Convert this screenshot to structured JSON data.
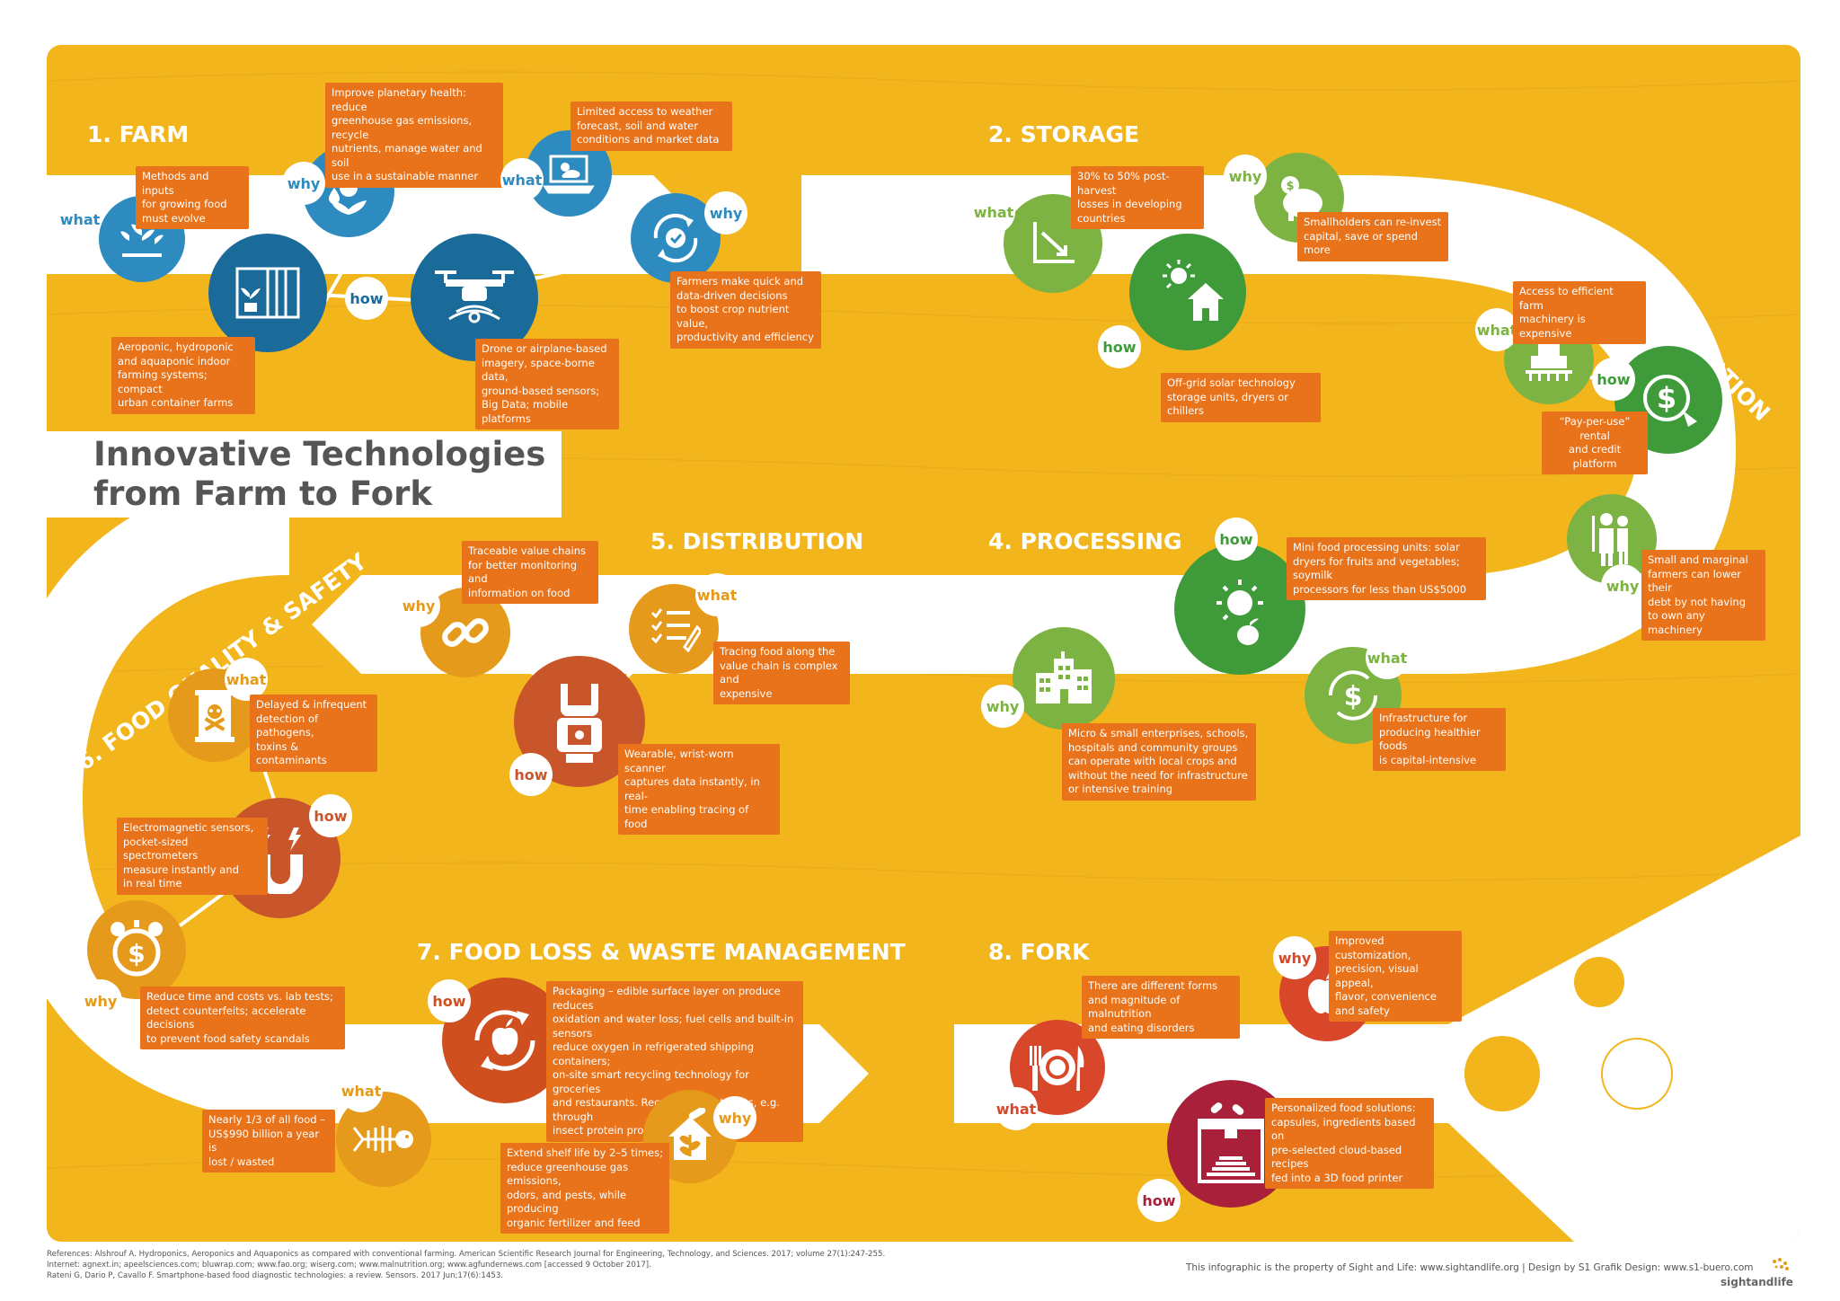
{
  "title": "Innovative Technologies\nfrom Farm to Fork",
  "colors": {
    "background": "#f2b51c",
    "callout": "#e8731a",
    "farm": "#2e8bc0",
    "farm_dark": "#1a6a9a",
    "storage": "#7cb342",
    "storage_dark": "#3f9b3a",
    "distribution": "#e59a1b",
    "distribution_dark": "#c9552a",
    "loss": "#cf4f1e",
    "fork": "#d9472b",
    "fork_dark": "#a8203a"
  },
  "sections": {
    "farm": {
      "label": "1. FARM"
    },
    "storage": {
      "label": "2. STORAGE"
    },
    "aggregation": {
      "label": "3. AGGREGATION"
    },
    "processing": {
      "label": "4. PROCESSING"
    },
    "distribution": {
      "label": "5. DISTRIBUTION"
    },
    "quality": {
      "label": "6. FOOD QUALITY & SAFETY"
    },
    "loss": {
      "label": "7. FOOD LOSS & WASTE MANAGEMENT"
    },
    "fork": {
      "label": "8. FORK"
    }
  },
  "tags": {
    "what": "what",
    "why": "why",
    "how": "how"
  },
  "callouts": {
    "farm_what": "Methods and inputs\nfor growing food\nmust evolve",
    "farm_why": "Improve planetary health: reduce\ngreenhouse gas emissions, recycle\nnutrients, manage water and soil\nuse in a sustainable manner",
    "farm_how": "Aeroponic, hydroponic\nand aquaponic indoor\nfarming systems; compact\nurban container farms",
    "farm_what2": "Limited access to weather\nforecast, soil and water\nconditions and market data",
    "farm_how2": "Drone or airplane-based\nimagery, space-borne data,\nground-based sensors;\nBig Data; mobile platforms",
    "farm_why2": "Farmers make quick and\ndata-driven decisions\nto boost crop nutrient value,\nproductivity and efficiency",
    "storage_what": "30% to 50% post-harvest\nlosses in developing\ncountries",
    "storage_why": "Smallholders can re-invest\ncapital, save or spend more",
    "storage_how": "Off-grid solar technology\nstorage units, dryers or chillers",
    "agg_what": "Access to efficient farm\nmachinery is expensive",
    "agg_how": "“Pay-per-use” rental\nand credit platform",
    "agg_why": "Small and marginal\nfarmers can lower their\ndebt by not having\nto own any machinery",
    "proc_how": "Mini food processing units: solar\ndryers for fruits and vegetables; soymilk\nprocessors for less than US$5000",
    "proc_why": "Micro & small enterprises, schools,\nhospitals and community groups\ncan operate with local crops and\nwithout the need for infrastructure\nor intensive training",
    "proc_what": "Infrastructure for\nproducing healthier foods\nis capital-intensive",
    "dist_why": "Traceable value chains\nfor better monitoring and\ninformation on food",
    "dist_what": "Tracing food along the\nvalue chain is complex and\nexpensive",
    "dist_how": "Wearable, wrist-worn scanner\ncaptures data instantly, in real-\ntime enabling tracing of food",
    "qual_what": "Delayed & infrequent\ndetection of pathogens,\ntoxins & contaminants",
    "qual_how": "Electromagnetic sensors,\npocket-sized spectrometers\nmeasure instantly and\nin real time",
    "qual_why": "Reduce time and costs vs. lab tests;\ndetect counterfeits; accelerate decisions\nto prevent food safety scandals",
    "loss_how": "Packaging – edible surface layer on produce reduces\noxidation and water loss; fuel cells and built-in sensors\nreduce oxygen in refrigerated shipping containers;\non-site smart recycling technology for groceries\nand restaurants. Recycling of nutrients, e.g. through\ninsect protein production",
    "loss_what": "Nearly 1/3 of all food –\nUS$990 billion a year is\nlost / wasted",
    "loss_why": "Extend shelf life by 2–5 times;\nreduce greenhouse gas emissions,\nodors, and pests, while producing\norganic fertilizer and feed",
    "fork_what": "There are different forms\nand magnitude of malnutrition\nand eating disorders",
    "fork_why": "Improved customization,\nprecision, visual appeal,\nflavor, convenience\nand safety",
    "fork_how": "Personalized food solutions:\ncapsules, ingredients based on\npre-selected cloud-based recipes\nfed into a 3D food printer"
  },
  "footer": {
    "references": "References: Alshrouf A. Hydroponics, Aeroponics and Aquaponics as compared with conventional farming. American Scientific Research Journal for Engineering, Technology, and Sciences. 2017; volume 27(1):247-255.\nInternet: agnext.in; apeelsciences.com; bluwrap.com; www.fao.org; wiserg.com; www.malnutrition.org; www.agfundernews.com [accessed 9 October 2017].\nRateni G, Dario P, Cavallo F. Smartphone-based food diagnostic technologies: a review. Sensors. 2017 Jun;17(6):1453.",
    "credit": "This infographic is the property of Sight and Life: www.sightandlife.org | Design by S1 Grafik Design: www.s1-buero.com",
    "logo": "sightandlife"
  }
}
